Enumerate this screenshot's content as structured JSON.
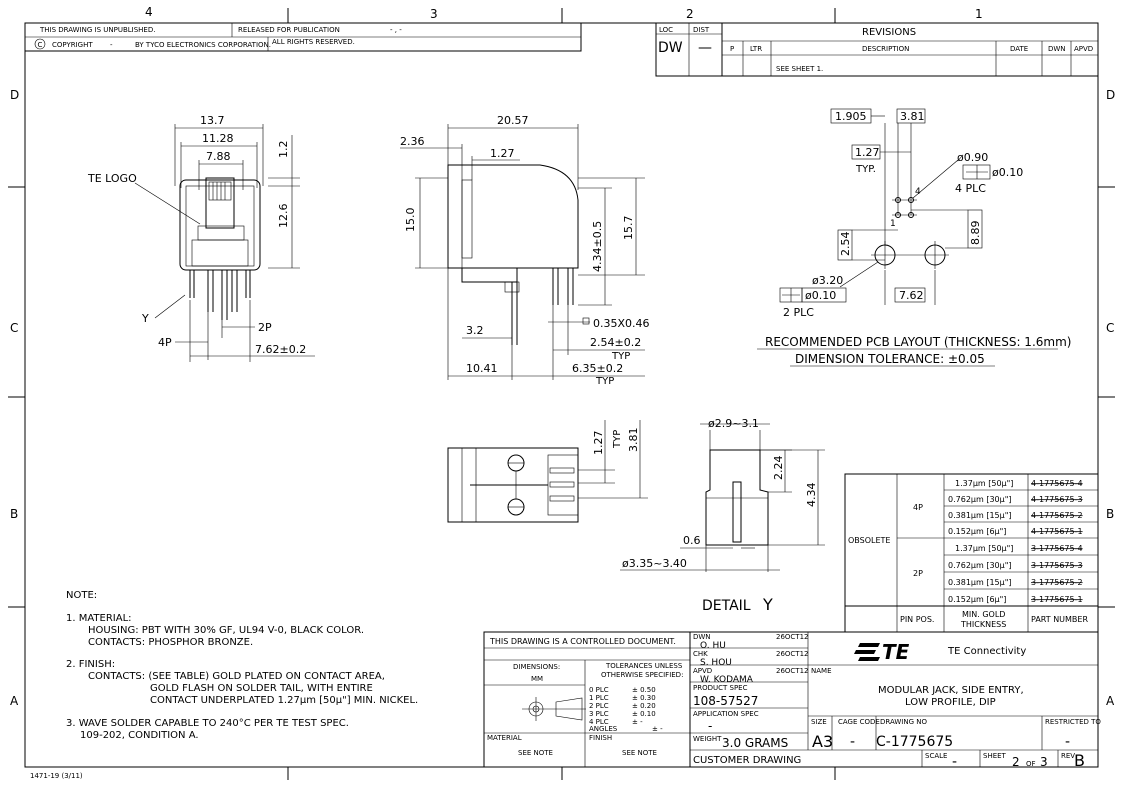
{
  "zones": {
    "cols": [
      "4",
      "3",
      "2",
      "1"
    ],
    "rows": [
      "D",
      "C",
      "B",
      "A"
    ]
  },
  "header": {
    "unpublished": "THIS DRAWING IS UNPUBLISHED.",
    "released": "RELEASED FOR PUBLICATION",
    "released_value": "- , -",
    "copyright_symbol": "C",
    "copyright": "COPYRIGHT",
    "copyright_dash": "-",
    "by": "BY TYCO ELECTRONICS CORPORATION.",
    "rights": "ALL RIGHTS RESERVED."
  },
  "loc_dist": {
    "loc_label": "LOC",
    "dist_label": "DIST",
    "loc_value": "DW",
    "dist_value": "—"
  },
  "revisions": {
    "title": "REVISIONS",
    "cols": [
      "P",
      "LTR",
      "DESCRIPTION",
      "DATE",
      "DWN",
      "APVD"
    ],
    "row1": "SEE SHEET 1."
  },
  "front_view": {
    "dim_13_7": "13.7",
    "dim_11_28": "11.28",
    "dim_7_88": "7.88",
    "dim_1_2": "1.2",
    "dim_12_6": "12.6",
    "te_logo": "TE LOGO",
    "y_label": "Y",
    "p4": "4P",
    "p2": "2P",
    "dim_7_62": "7.62±0.2"
  },
  "side_view": {
    "dim_20_57": "20.57",
    "dim_2_36": "2.36",
    "dim_1_27": "1.27",
    "dim_15_0": "15.0",
    "dim_15_7": "15.7",
    "dim_4_34": "4.34±0.5",
    "dim_3_2": "3.2",
    "dim_0_35": "0.35X0.46",
    "dim_2_54": "2.54±0.2",
    "typ1": "TYP",
    "dim_10_41": "10.41",
    "dim_6_35": "6.35±0.2",
    "typ2": "TYP"
  },
  "pcb_layout": {
    "dim_1_905": "1.905",
    "dim_3_81": "3.81",
    "dim_1_27": "1.27",
    "typ": "TYP.",
    "dia_0_90": "ø0.90",
    "tol_0_10a": "ø0.10",
    "plc4": "4 PLC",
    "n1": "1",
    "n4": "4",
    "dim_2_54": "2.54",
    "dim_8_89": "8.89",
    "dia_3_20": "ø3.20",
    "tol_0_10b": "ø0.10",
    "plc2": "2 PLC",
    "dim_7_62": "7.62",
    "title": "RECOMMENDED PCB LAYOUT (THICKNESS: 1.6mm)",
    "tolerance": "DIMENSION TOLERANCE: ±0.05"
  },
  "bottom_view": {
    "dim_1_27": "1.27",
    "typ": "TYP",
    "dim_3_81": "3.81"
  },
  "detail": {
    "dia_top": "ø2.9~3.1",
    "dim_2_24": "2.24",
    "dim_4_34": "4.34",
    "dim_0_6": "0.6",
    "dia_bottom": "ø3.35~3.40",
    "label": "DETAIL",
    "letter": "Y"
  },
  "obsolete_table": {
    "obsolete": "OBSOLETE",
    "groups": [
      {
        "pos": "4P",
        "rows": [
          {
            "thickness": "1.37μm [50μ\"]",
            "part": "4-1775675-4"
          },
          {
            "thickness": "0.762μm [30μ\"]",
            "part": "4-1775675-3"
          },
          {
            "thickness": "0.381μm [15μ\"]",
            "part": "4-1775675-2"
          },
          {
            "thickness": "0.152μm [6μ\"]",
            "part": "4-1775675-1"
          }
        ]
      },
      {
        "pos": "2P",
        "rows": [
          {
            "thickness": "1.37μm [50μ\"]",
            "part": "3-1775675-4"
          },
          {
            "thickness": "0.762μm [30μ\"]",
            "part": "3-1775675-3"
          },
          {
            "thickness": "0.381μm [15μ\"]",
            "part": "3-1775675-2"
          },
          {
            "thickness": "0.152μm [6μ\"]",
            "part": "3-1775675-1"
          }
        ]
      }
    ],
    "head_pin": "PIN POS.",
    "head_min": "MIN. GOLD",
    "head_thick": "THICKNESS",
    "head_part": "PART NUMBER"
  },
  "notes": {
    "title": "NOTE:",
    "n1a": "1. MATERIAL:",
    "n1b": "HOUSING: PBT WITH 30% GF, UL94 V-0, BLACK COLOR.",
    "n1c": "CONTACTS: PHOSPHOR BRONZE.",
    "n2a": "2. FINISH:",
    "n2b": "CONTACTS: (SEE TABLE) GOLD PLATED ON CONTACT AREA,",
    "n2c": "GOLD FLASH ON SOLDER TAIL, WITH ENTIRE",
    "n2d": "CONTACT UNDERPLATED 1.27μm [50μ\"] MIN. NICKEL.",
    "n3a": "3. WAVE SOLDER CAPABLE TO 240°C PER TE TEST SPEC.",
    "n3b": "109-202, CONDITION A."
  },
  "title_block": {
    "controlled": "THIS DRAWING IS A CONTROLLED DOCUMENT.",
    "dimensions": "DIMENSIONS:",
    "mm": "MM",
    "tol_title1": "TOLERANCES UNLESS",
    "tol_title2": "OTHERWISE SPECIFIED:",
    "tol_rows": [
      {
        "plc": "0 PLC",
        "val": "± 0.50"
      },
      {
        "plc": "1 PLC",
        "val": "± 0.30"
      },
      {
        "plc": "2 PLC",
        "val": "± 0.20"
      },
      {
        "plc": "3 PLC",
        "val": "± 0.10"
      },
      {
        "plc": "4 PLC",
        "val": "± -"
      }
    ],
    "angles": "ANGLES",
    "angles_val": "± -",
    "material": "MATERIAL",
    "material_val": "SEE NOTE",
    "finish": "FINISH",
    "finish_val": "SEE NOTE",
    "dwn": "DWN",
    "dwn_name": "O. HU",
    "dwn_date": "26OCT12",
    "chk": "CHK",
    "chk_name": "S. HOU",
    "chk_date": "26OCT12",
    "apvd": "APVD",
    "apvd_name": "W. KODAMA",
    "apvd_date": "26OCT12",
    "product_spec": "PRODUCT SPEC",
    "product_spec_val": "108-57527",
    "application_spec": "APPLICATION SPEC",
    "application_spec_val": "-",
    "weight": "WEIGHT",
    "weight_val": "3.0 GRAMS",
    "customer": "CUSTOMER DRAWING",
    "brand": "TE Connectivity",
    "name_label": "NAME",
    "name1": "MODULAR JACK, SIDE ENTRY,",
    "name2": "LOW PROFILE, DIP",
    "size": "SIZE",
    "size_val": "A3",
    "cage": "CAGE CODE",
    "cage_val": "-",
    "drawing_no": "DRAWING NO",
    "drawing_no_val": "C-1775675",
    "restricted": "RESTRICTED TO",
    "restricted_val": "-",
    "scale": "SCALE",
    "scale_val": "-",
    "sheet": "SHEET",
    "sheet_val": "2",
    "of": "OF",
    "sheet_total": "3",
    "rev": "REV",
    "rev_val": "B"
  },
  "form_no": "1471-19 (3/11)"
}
